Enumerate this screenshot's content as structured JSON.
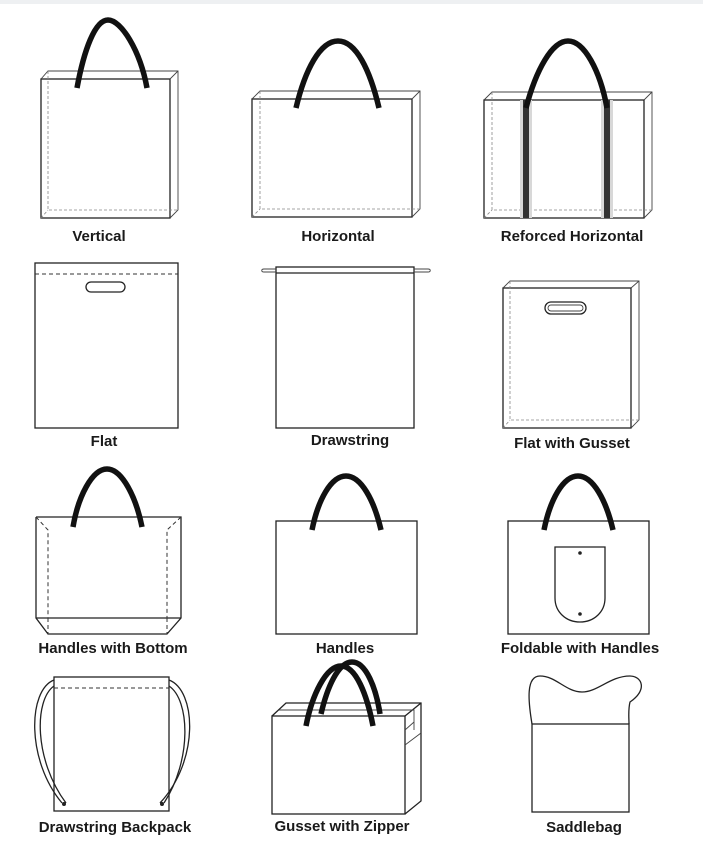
{
  "bags": [
    {
      "id": "vertical",
      "label": "Vertical"
    },
    {
      "id": "horizontal",
      "label": "Horizontal"
    },
    {
      "id": "reinforced-horizontal",
      "label": "Reforced Horizontal"
    },
    {
      "id": "flat",
      "label": "Flat"
    },
    {
      "id": "drawstring",
      "label": "Drawstring"
    },
    {
      "id": "flat-with-gusset",
      "label": "Flat with Gusset"
    },
    {
      "id": "handles-with-bottom",
      "label": "Handles with Bottom"
    },
    {
      "id": "handles",
      "label": "Handles"
    },
    {
      "id": "foldable-with-handles",
      "label": "Foldable with Handles"
    },
    {
      "id": "drawstring-backpack",
      "label": "Drawstring Backpack"
    },
    {
      "id": "gusset-with-zipper",
      "label": "Gusset with Zipper"
    },
    {
      "id": "saddlebag",
      "label": "Saddlebag"
    }
  ]
}
